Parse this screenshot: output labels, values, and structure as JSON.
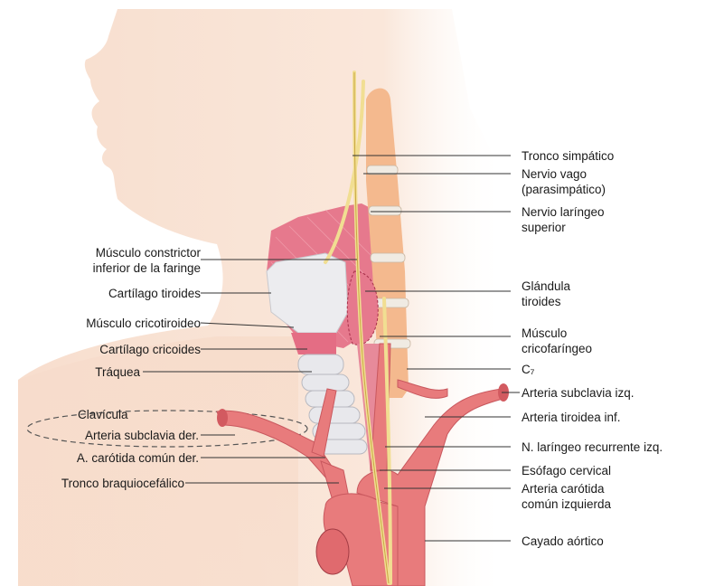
{
  "labels_left": [
    {
      "id": "musculo-constrictor",
      "lines": [
        "Músculo constrictor",
        "inferior de la faringe"
      ]
    },
    {
      "id": "cartilago-tiroides",
      "lines": [
        "Cartílago tiroides"
      ]
    },
    {
      "id": "musculo-cricotiroideo",
      "lines": [
        "Músculo cricotiroideo"
      ]
    },
    {
      "id": "cartilago-cricoides",
      "lines": [
        "Cartílago cricoides"
      ]
    },
    {
      "id": "traquea",
      "lines": [
        "Tráquea"
      ]
    },
    {
      "id": "clavicula",
      "lines": [
        "Clavícula"
      ]
    },
    {
      "id": "arteria-subclavia-der",
      "lines": [
        "Arteria subclavia der."
      ]
    },
    {
      "id": "carotida-comun-der",
      "lines": [
        "A. carótida común der."
      ]
    },
    {
      "id": "tronco-braquiocefalico",
      "lines": [
        "Tronco braquiocefálico"
      ]
    }
  ],
  "labels_right": [
    {
      "id": "tronco-simpatico",
      "lines": [
        "Tronco simpático"
      ]
    },
    {
      "id": "nervio-vago",
      "lines": [
        "Nervio vago",
        "(parasimpático)"
      ]
    },
    {
      "id": "nervio-laringeo-superior",
      "lines": [
        "Nervio laríngeo",
        "superior"
      ]
    },
    {
      "id": "glandula-tiroides",
      "lines": [
        "Glándula",
        "tiroides"
      ]
    },
    {
      "id": "musculo-cricofaringeo",
      "lines": [
        "Músculo",
        "cricofaríngeo"
      ]
    },
    {
      "id": "c7",
      "lines": [
        "C₇"
      ]
    },
    {
      "id": "arteria-subclavia-izq",
      "lines": [
        "Arteria subclavia izq."
      ]
    },
    {
      "id": "arteria-tiroidea-inf",
      "lines": [
        "Arteria tiroidea inf."
      ]
    },
    {
      "id": "n-laringeo-recurrente",
      "lines": [
        "N. laríngeo recurrente izq."
      ]
    },
    {
      "id": "esofago-cervical",
      "lines": [
        "Esófago cervical"
      ]
    },
    {
      "id": "carotida-comun-izq",
      "lines": [
        "Arteria carótida",
        "común izquierda"
      ]
    },
    {
      "id": "cayado-aortico",
      "lines": [
        "Cayado aórtico"
      ]
    }
  ],
  "colors": {
    "skin": "#f7dccb",
    "muscle": "#e6798d",
    "artery": "#e87b7c",
    "vertebra": "#f4b98e",
    "nerve": "#f6e7a6",
    "cartilage": "#e9e9ec"
  }
}
